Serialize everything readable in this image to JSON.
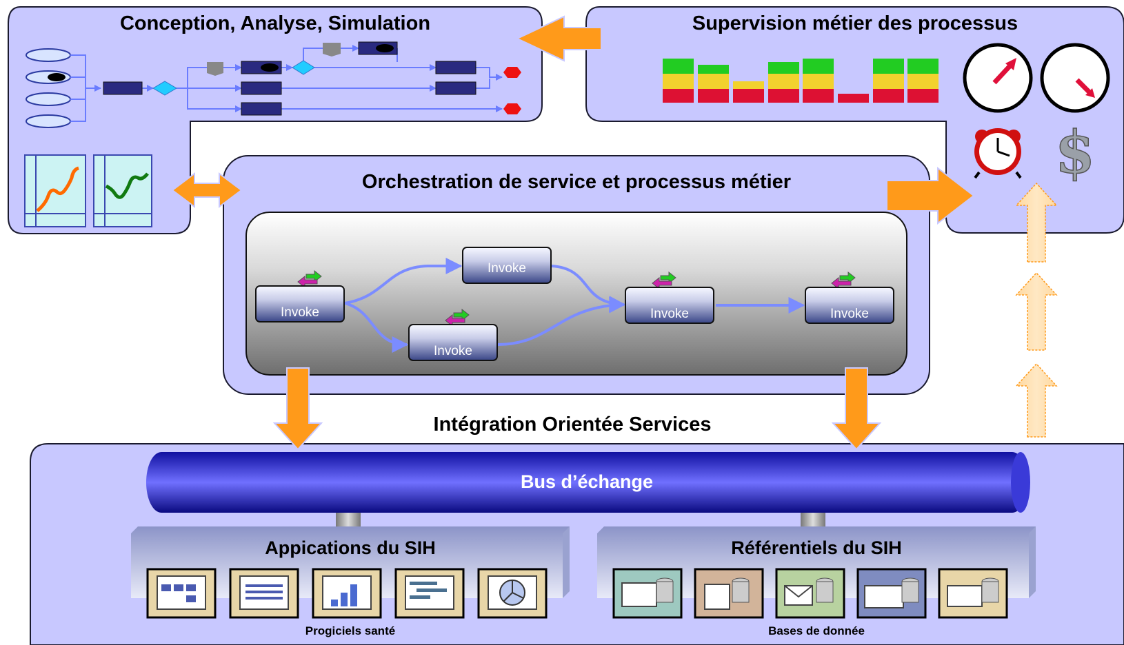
{
  "panels": {
    "conception_title": "Conception, Analyse, Simulation",
    "supervision_title": "Supervision métier des processus",
    "orchestration_title": "Orchestration de service et processus métier",
    "integration_title": "Intégration Orientée Services"
  },
  "bus": {
    "label": "Bus d’échange"
  },
  "applications": {
    "title": "Appications du SIH",
    "caption": "Progiciels santé"
  },
  "referentiels": {
    "title": "Référentiels du SIH",
    "caption": "Bases de donnée"
  },
  "invoke_nodes": [
    {
      "label": "Invoke"
    },
    {
      "label": "Invoke"
    },
    {
      "label": "Invoke"
    },
    {
      "label": "Invoke"
    },
    {
      "label": "Invoke"
    }
  ],
  "colors": {
    "panel_fill": "#c8c8ff",
    "panel_border": "#1a1a2e",
    "arrow_orange": "#ff9a1a",
    "bus_blue": "#2020b0",
    "bar_green": "#22cc22",
    "bar_yellow": "#f2d22e",
    "bar_red": "#dd1133"
  },
  "icons": [
    "clock-icon",
    "dollar-icon",
    "gauge-icon",
    "process-diagram-icon",
    "chart-icon",
    "database-icon"
  ]
}
